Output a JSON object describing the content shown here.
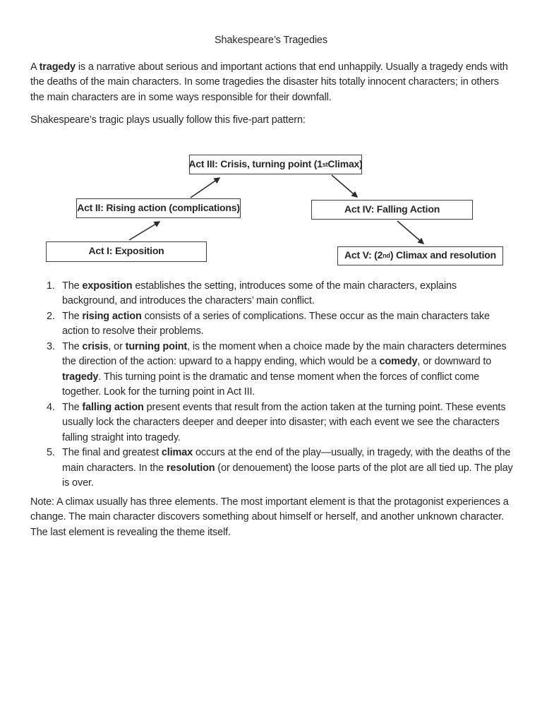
{
  "colors": {
    "background": "#ffffff",
    "text": "#272727",
    "box_border": "#3e3e3e",
    "arrow": "#2b2b2b"
  },
  "title": "Shakespeare’s Tragedies",
  "intro": {
    "segments": [
      {
        "t": "A ",
        "b": false
      },
      {
        "t": "tragedy",
        "b": true
      },
      {
        "t": " is a narrative about serious and important actions that end unhappily.  Usually a tragedy ends with the deaths of the main characters. In some tragedies the disaster hits totally innocent characters; in others the main characters are in some ways responsible for their downfall.",
        "b": false
      }
    ]
  },
  "pattern_line": "Shakespeare’s tragic plays usually follow this five-part pattern:",
  "diagram": {
    "boxes": {
      "act3": {
        "pre": "Act III: Crisis, turning point (1",
        "sup": "st",
        "post": " Climax)"
      },
      "act2": {
        "pre": "Act II: Rising action (complications)",
        "sup": "",
        "post": ""
      },
      "act4": {
        "pre": "Act IV: Falling Action",
        "sup": "",
        "post": ""
      },
      "act1": {
        "pre": "Act I: Exposition",
        "sup": "",
        "post": ""
      },
      "act5": {
        "pre": "Act V: (2",
        "sup": "nd",
        "post": ") Climax and resolution"
      }
    },
    "arrows": [
      {
        "from": "act1",
        "to": "act2"
      },
      {
        "from": "act2",
        "to": "act3"
      },
      {
        "from": "act3",
        "to": "act4"
      },
      {
        "from": "act4",
        "to": "act5"
      }
    ]
  },
  "list": {
    "items": [
      {
        "number": "1.",
        "segments": [
          {
            "t": "The ",
            "b": false
          },
          {
            "t": "exposition",
            "b": true
          },
          {
            "t": " establishes the setting, introduces some of the main characters, explains background, and introduces the characters’ main conflict.",
            "b": false
          }
        ]
      },
      {
        "number": "2.",
        "segments": [
          {
            "t": "The ",
            "b": false
          },
          {
            "t": "rising action",
            "b": true
          },
          {
            "t": " consists of a series of complications. These occur as the main characters take action to resolve their problems.",
            "b": false
          }
        ]
      },
      {
        "number": "3.",
        "segments": [
          {
            "t": "The ",
            "b": false
          },
          {
            "t": "crisis",
            "b": true
          },
          {
            "t": ", or ",
            "b": false
          },
          {
            "t": "turning point",
            "b": true
          },
          {
            "t": ", is the moment when a choice made by the main characters determines the direction of the action: upward to a happy ending, which would be a ",
            "b": false
          },
          {
            "t": "comedy",
            "b": true
          },
          {
            "t": ", or downward to ",
            "b": false
          },
          {
            "t": "tragedy",
            "b": true
          },
          {
            "t": ". This turning point is the dramatic and tense moment when the forces of conflict come together. Look for the turning point in Act III.",
            "b": false
          }
        ]
      },
      {
        "number": "4.",
        "segments": [
          {
            "t": "The ",
            "b": false
          },
          {
            "t": "falling action",
            "b": true
          },
          {
            "t": " present events that result from the action taken at the turning point. These events usually lock the characters deeper and deeper into disaster; with each event we see the characters falling straight into tragedy.",
            "b": false
          }
        ]
      },
      {
        "number": "5.",
        "segments": [
          {
            "t": "The final and greatest ",
            "b": false
          },
          {
            "t": "climax",
            "b": true
          },
          {
            "t": " occurs at the end of the play—usually, in tragedy, with the deaths of the main characters. In the ",
            "b": false
          },
          {
            "t": "resolution",
            "b": true
          },
          {
            "t": " (or denouement) the loose parts of the plot are all tied up. The play is over.",
            "b": false
          }
        ]
      }
    ]
  },
  "note_text": "Note: A climax usually has three elements. The most important element is that the protagonist experiences a change. The main character discovers something about himself or herself, and another unknown character. The last element is revealing the theme itself."
}
